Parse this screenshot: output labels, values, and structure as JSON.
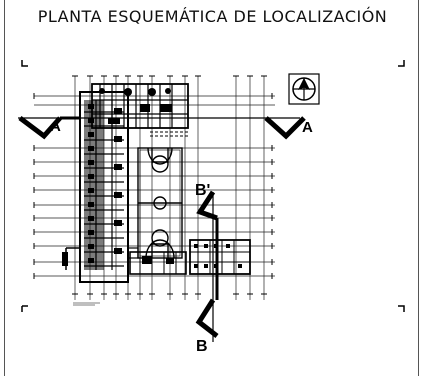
{
  "title": "PLANTA ESQUEMÁTICA DE LOCALIZACIÓN",
  "section_cuts": {
    "a_left": "A",
    "a_right": "A",
    "b_top": "B'",
    "b_bottom": "B"
  },
  "colors": {
    "ink": "#000000",
    "frame": "#555555",
    "background": "#ffffff"
  },
  "icons": [
    "north-arrow-icon"
  ]
}
